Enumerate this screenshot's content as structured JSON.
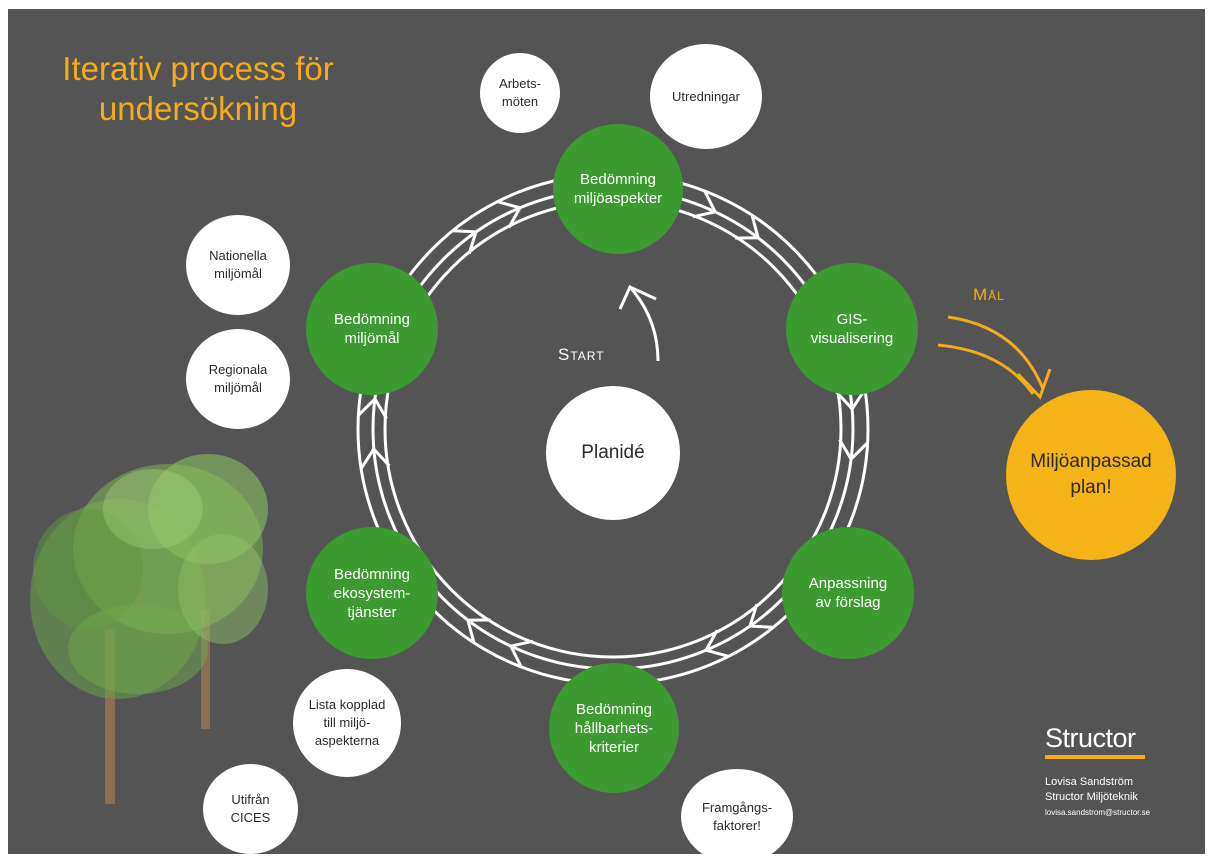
{
  "title": {
    "line1": "Iterativ process för",
    "line2": "undersökning"
  },
  "center": {
    "label": "Planidé"
  },
  "start_label": "Start",
  "goal_label": "Mål",
  "cycle_steps": [
    {
      "label": "Bedömning\nmiljöaspekter"
    },
    {
      "label": "GIS-\nvisualisering"
    },
    {
      "label": "Anpassning\nav förslag"
    },
    {
      "label": "Bedömning\nhållbarhets-\nkriterier"
    },
    {
      "label": "Bedömning\nekosystem-\ntjänster"
    },
    {
      "label": "Bedömning\nmiljömål"
    }
  ],
  "inputs": {
    "arbetsmoten": "Arbets-\nmöten",
    "utredningar": "Utredningar",
    "nationella": "Nationella\nmiljömål",
    "regionala": "Regionala\nmiljömål",
    "lista": "Lista kopplad\ntill miljö-\naspekterna",
    "cices": "Utifrån\nCICES",
    "framgang": "Framgångs-\nfaktorer!"
  },
  "goal": {
    "label": "Miljöanpassad\nplan!"
  },
  "brand": {
    "logo": "Structor",
    "name": "Lovisa Sandström",
    "company": "Structor Miljöteknik",
    "email": "lovisa.sandstrom@structor.se"
  },
  "colors": {
    "background": "#545454",
    "step_green": "#3b9a30",
    "accent_orange": "#f5ac1a",
    "goal_yellow": "#f5b317",
    "ring_white": "#ffffff"
  },
  "icons": [
    "tree-illustration",
    "arrow-chevrons"
  ]
}
